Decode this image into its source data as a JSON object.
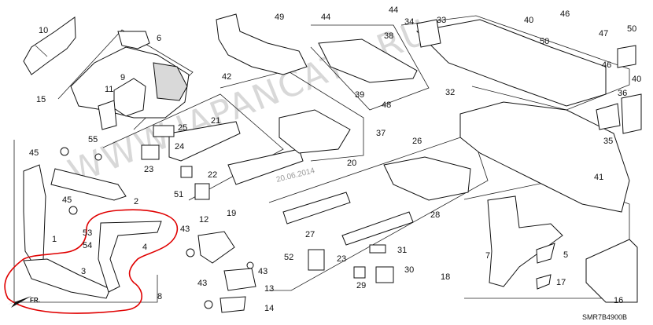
{
  "watermark": "WWW.JAPANCATS.RU",
  "date_stamp": "20.06.2014",
  "diagram_code": "SMR7B4900B",
  "direction_label": "FR.",
  "annotation_color": "#e00000",
  "callouts": [
    "1",
    "2",
    "3",
    "4",
    "5",
    "6",
    "7",
    "8",
    "9",
    "10",
    "11",
    "12",
    "13",
    "14",
    "15",
    "16",
    "17",
    "18",
    "19",
    "20",
    "21",
    "22",
    "23",
    "23",
    "24",
    "25",
    "26",
    "27",
    "28",
    "29",
    "30",
    "31",
    "32",
    "33",
    "34",
    "35",
    "36",
    "37",
    "38",
    "39",
    "40",
    "40",
    "41",
    "42",
    "43",
    "43",
    "43",
    "44",
    "44",
    "45",
    "45",
    "46",
    "46",
    "47",
    "48",
    "49",
    "50",
    "50",
    "51",
    "52",
    "53",
    "54",
    "55"
  ]
}
